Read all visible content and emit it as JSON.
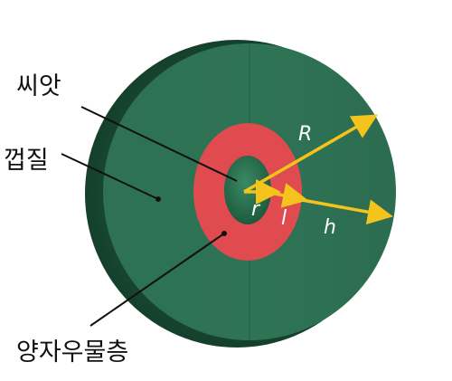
{
  "labels": {
    "seed": "씨앗",
    "shell": "껍질",
    "quantum_well": "양자우물층"
  },
  "variables": {
    "R": "R",
    "r": "r",
    "l": "l",
    "h": "h"
  },
  "colors": {
    "shell_green": "#2f7355",
    "shell_green_dark": "#1f5a40",
    "well_red": "#e04b4f",
    "core_green": "#236b4c",
    "arrow_yellow": "#f4c31c",
    "leader_line": "#111111"
  }
}
